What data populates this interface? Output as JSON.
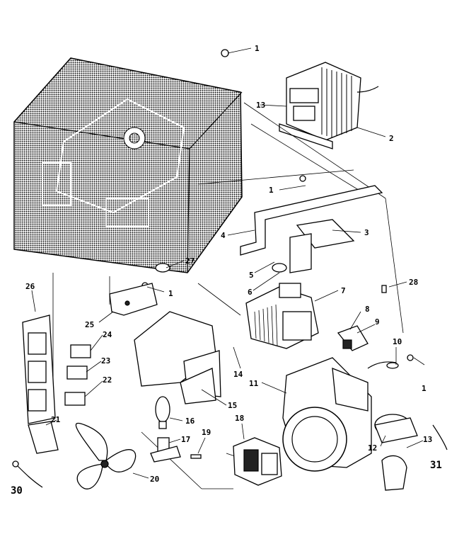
{
  "labels": {
    "p1a": "1",
    "p2": "2",
    "p1b": "1",
    "p3": "3",
    "p4": "4",
    "p5": "5",
    "p6": "6",
    "p7": "7",
    "p8": "8",
    "p9": "9",
    "p28": "28",
    "p27": "27",
    "p1c": "1",
    "p26": "26",
    "p25": "25",
    "p24": "24",
    "p23": "23",
    "p22": "22",
    "p21": "21",
    "p30": "30",
    "p20": "20",
    "p17": "17",
    "p16": "16",
    "p15": "15",
    "p14": "14",
    "p19": "19",
    "p18": "18",
    "p11": "11",
    "p10": "10",
    "p1d": "1",
    "p12": "12",
    "p13": "13",
    "p31": "31",
    "p13b": "13"
  }
}
